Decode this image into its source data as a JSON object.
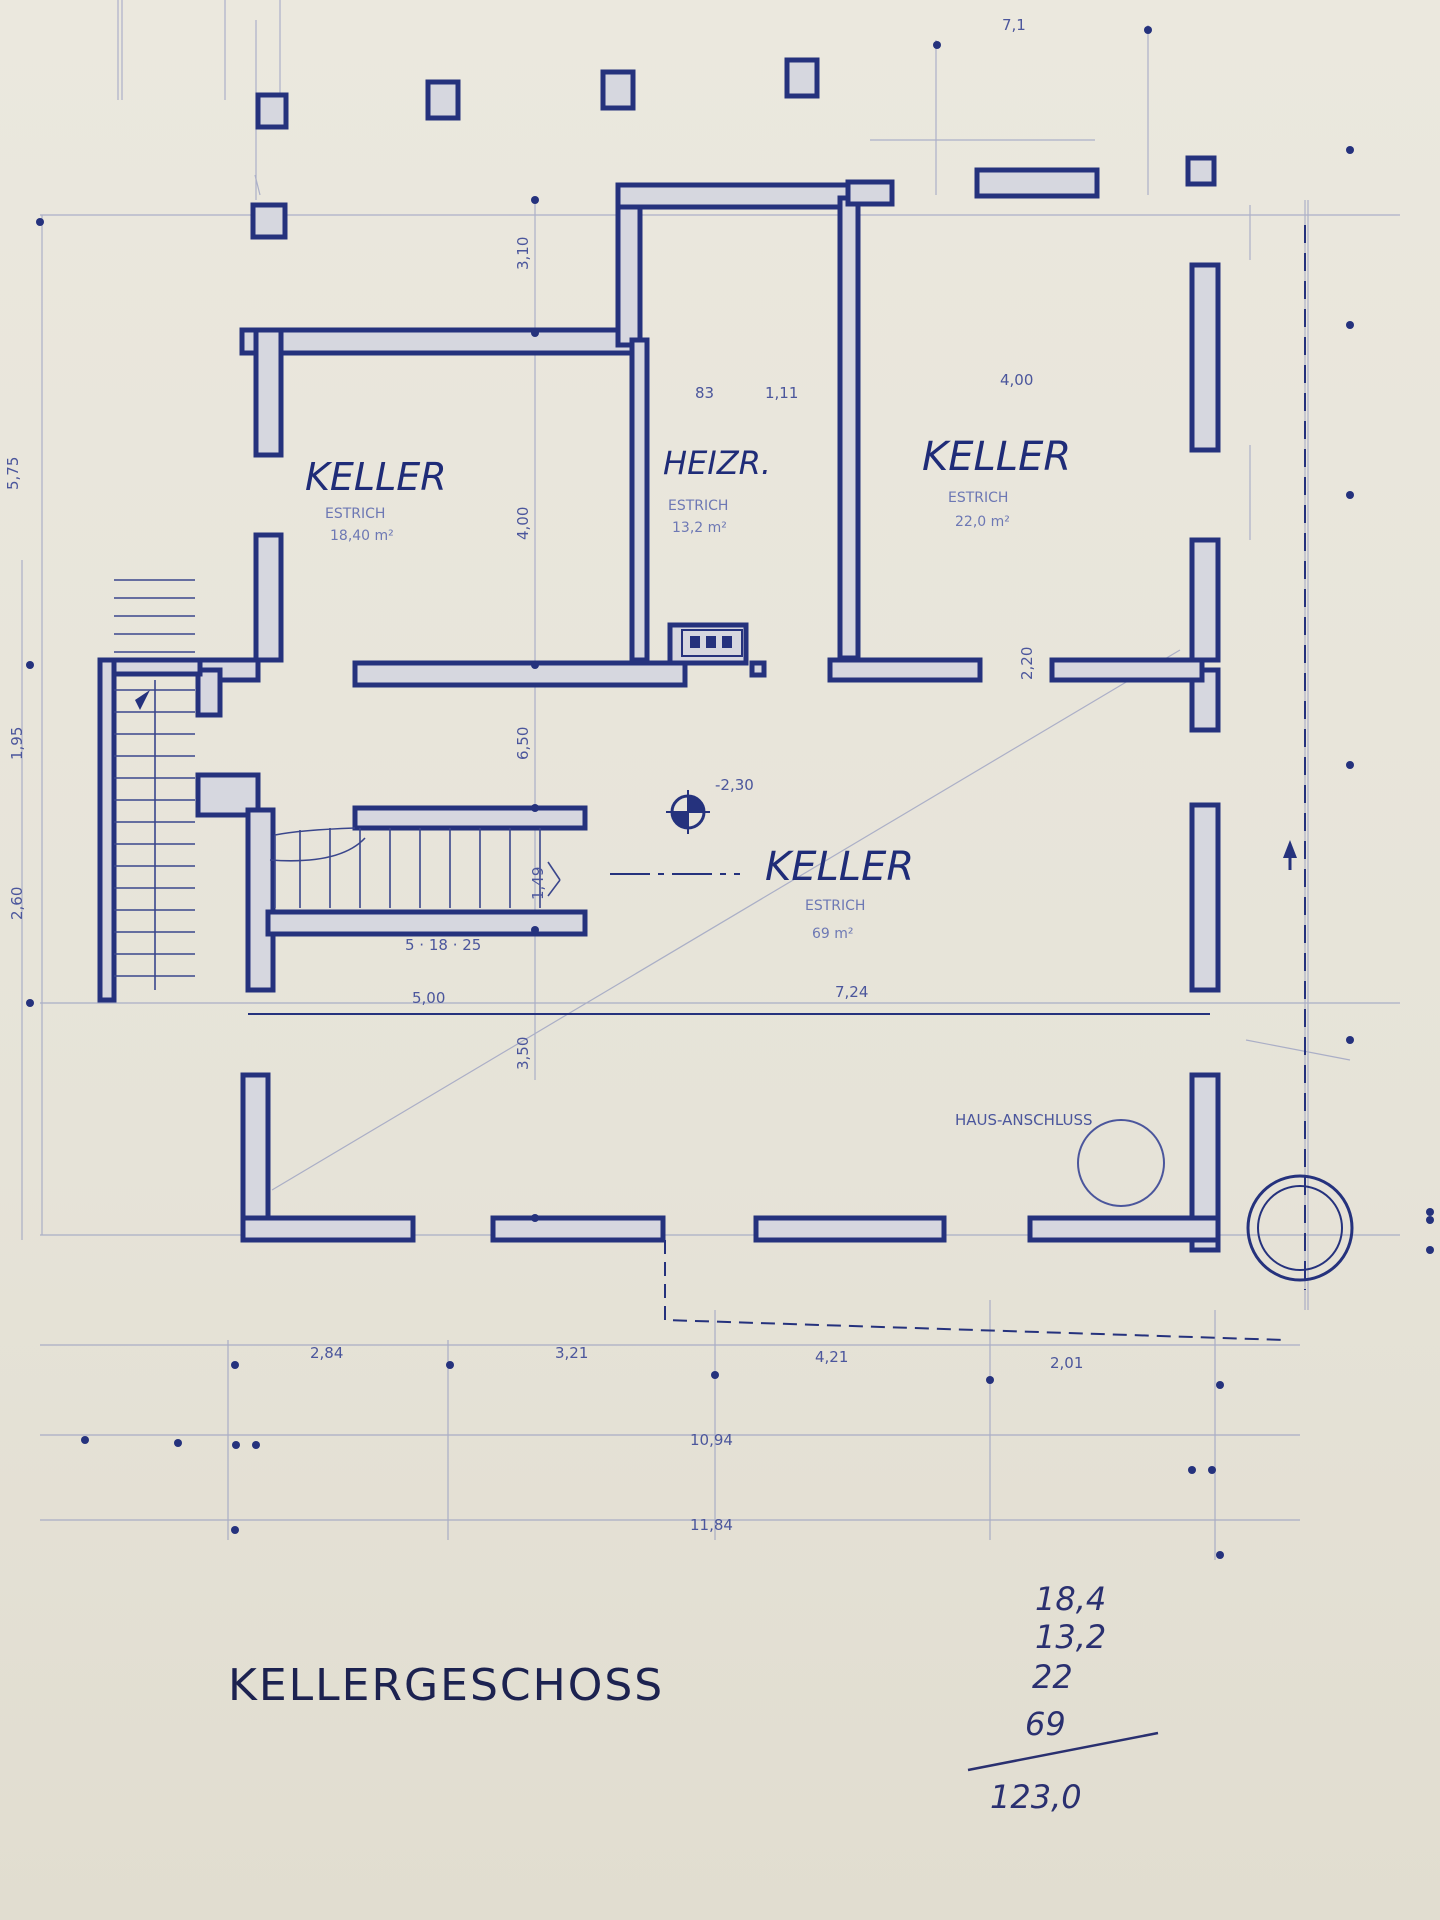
{
  "drawing": {
    "title": "KELLERGESCHOSS",
    "colors": {
      "paper": "#e9e6dc",
      "ink": "#25327d",
      "wall_fill": "#d6d7df"
    }
  },
  "rooms": [
    {
      "id": "keller-links",
      "label": "KELLER",
      "floor": "ESTRICH",
      "area": "18,40 m²"
    },
    {
      "id": "heizraum",
      "label": "HEIZR.",
      "floor": "ESTRICH",
      "area": "13,2 m²"
    },
    {
      "id": "keller-rechts",
      "label": "KELLER",
      "floor": "ESTRICH",
      "area": "22,0 m²"
    },
    {
      "id": "keller-gross",
      "label": "KELLER",
      "floor": "ESTRICH",
      "area": "69 m²"
    }
  ],
  "annotations": {
    "level": "-2,30",
    "dimensions": [
      "5,75",
      "1,95",
      "2,60",
      "4,00",
      "3,10",
      "1,49",
      "6,50",
      "3,50",
      "2,20",
      "5,00",
      "7,24",
      "4,00",
      "83",
      "1,11",
      "2,84",
      "3,21",
      "4,21",
      "2,01",
      "10,94",
      "11,84",
      "7,1"
    ],
    "stair": "5 · 18 · 25",
    "hausanschluss": "HAUS-ANSCHLUSS"
  },
  "area_sum": {
    "items": [
      "18,4",
      "13,2",
      "22",
      "69"
    ],
    "total": "123,0"
  }
}
